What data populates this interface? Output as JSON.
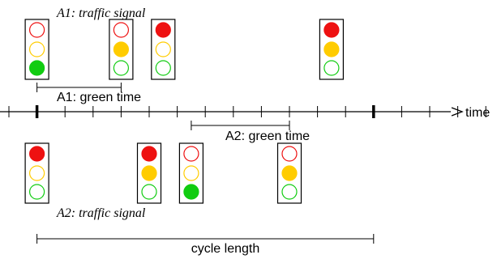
{
  "labels": {
    "a1_signal": "A1: traffic signal",
    "a2_signal": "A2: traffic signal",
    "a1_green": "A1: green time",
    "a2_green": "A2: green time",
    "axis": "time",
    "cycle": "cycle length"
  },
  "colors": {
    "red": "#ee1111",
    "yellow": "#ffcc00",
    "green": "#11cc11",
    "line": "#000000"
  },
  "timeline": {
    "ticks": 18,
    "cycle_start_tick": 1,
    "cycle_end_tick": 13
  },
  "a1_lights": [
    {
      "tick": 1,
      "state": "green"
    },
    {
      "tick": 4,
      "state": "yellow"
    },
    {
      "tick": 5.5,
      "state": "red"
    },
    {
      "tick": 11.5,
      "state": "red+yellow"
    }
  ],
  "a2_lights": [
    {
      "tick": 1,
      "state": "red"
    },
    {
      "tick": 5,
      "state": "red+yellow"
    },
    {
      "tick": 6.5,
      "state": "green"
    },
    {
      "tick": 10,
      "state": "yellow"
    }
  ],
  "a1_green_interval": [
    1,
    4
  ],
  "a2_green_interval": [
    6.5,
    10
  ]
}
